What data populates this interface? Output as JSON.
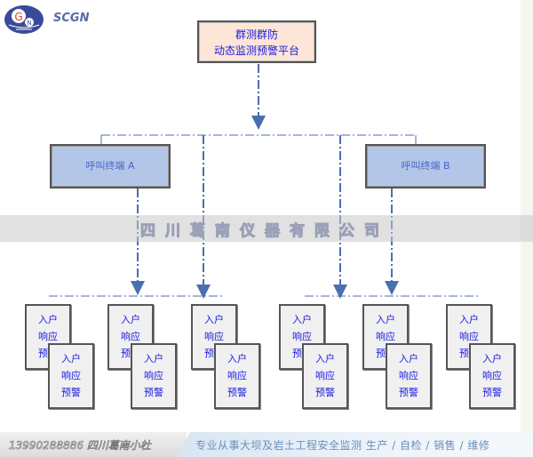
{
  "logo": {
    "icon": "gn-logo-icon",
    "text": "SCGN"
  },
  "diagram": {
    "top_node": {
      "line1": "群测群防",
      "line2": "动态监测预警平台"
    },
    "terminals": [
      {
        "label": "呼叫终端 A"
      },
      {
        "label": "呼叫终端 B"
      }
    ],
    "card": {
      "line1": "入户",
      "line2": "响应",
      "line3": "预警"
    },
    "card_groups": 6,
    "cards_per_group": 2
  },
  "watermark": "四川葛南仪器有限公司",
  "footer": {
    "phone_text": "13990288886  四川葛南小杜",
    "slogan": "专业从事大坝及岩土工程安全监测  生产 / 自检 / 销售 / 维修"
  },
  "colors": {
    "top_node_fill": "#fde6d8",
    "terminal_fill": "#b4c6e7",
    "card_fill": "#f0f0f0",
    "connector": "#4a6fb0",
    "text_blue": "#1a1ae0"
  }
}
